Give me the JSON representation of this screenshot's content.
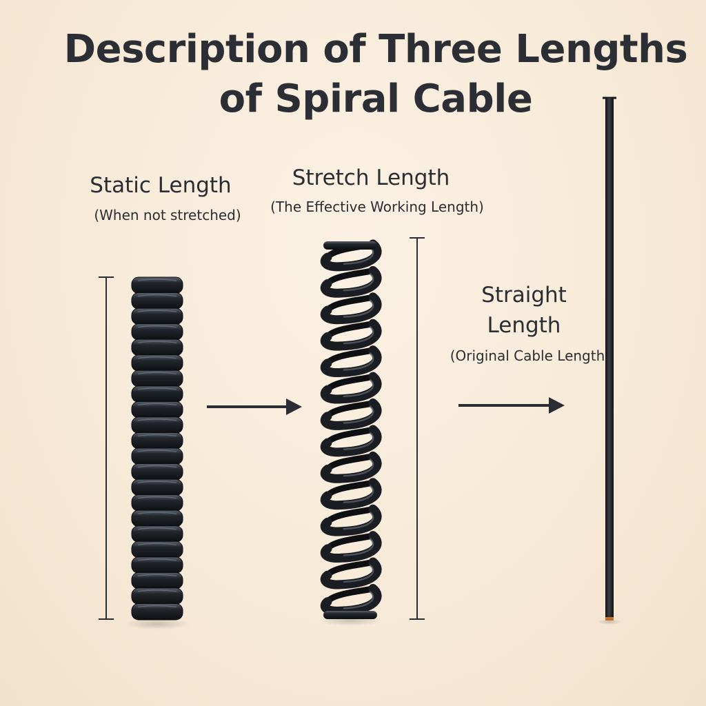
{
  "title": {
    "line1": "Description of Three Lengths",
    "line2": "of Spiral Cable"
  },
  "static": {
    "title": "Static Length",
    "subtitle": "(When not stretched)"
  },
  "stretch": {
    "title": "Stretch Length",
    "subtitle": "(The Effective Working Length)"
  },
  "straight": {
    "title_line1": "Straight",
    "title_line2": "Length",
    "subtitle": "(Original Cable Length"
  },
  "colors": {
    "cable": "#15181d",
    "cable_highlight": "#4a5058",
    "text": "#2a2d33",
    "background": "#f7ead8",
    "cable_tip": "#c8702e"
  }
}
